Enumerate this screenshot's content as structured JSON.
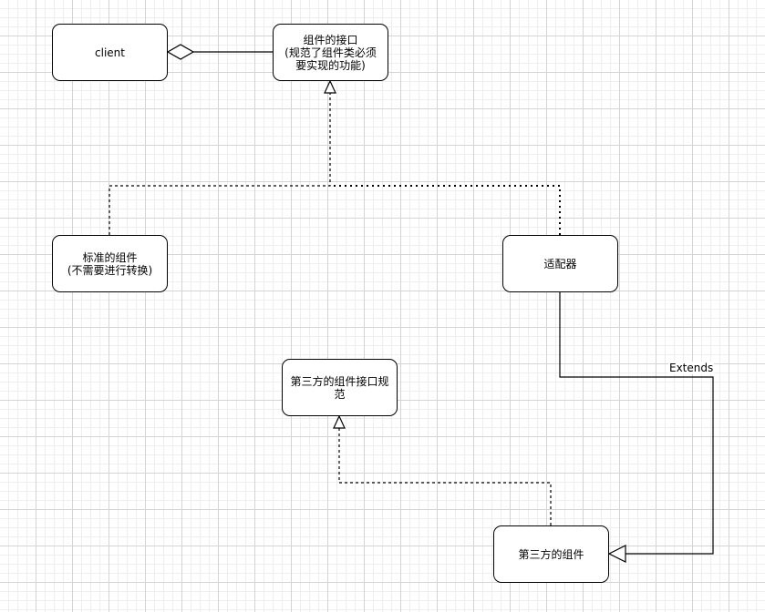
{
  "diagram": {
    "nodes": {
      "client": {
        "label": "client"
      },
      "component_interface": {
        "label": "组件的接口\n(规范了组件类必须\n要实现的功能)"
      },
      "standard_component": {
        "label": "标准的组件\n(不需要进行转换)"
      },
      "adapter": {
        "label": "适配器"
      },
      "third_party_interface": {
        "label": "第三方的组件接口规\n范"
      },
      "third_party_component": {
        "label": "第三方的组件"
      }
    },
    "edges": {
      "client_to_interface": {
        "type": "aggregation"
      },
      "standard_to_interface": {
        "type": "realization"
      },
      "adapter_to_interface": {
        "type": "realization"
      },
      "adapter_to_third_party_component": {
        "type": "generalization",
        "label": "Extends"
      },
      "third_party_component_to_interface": {
        "type": "realization"
      }
    },
    "colors": {
      "stroke": "#000000",
      "fill": "#ffffff",
      "grid_major": "#d4d4d4",
      "grid_minor": "#eeeeee"
    }
  }
}
